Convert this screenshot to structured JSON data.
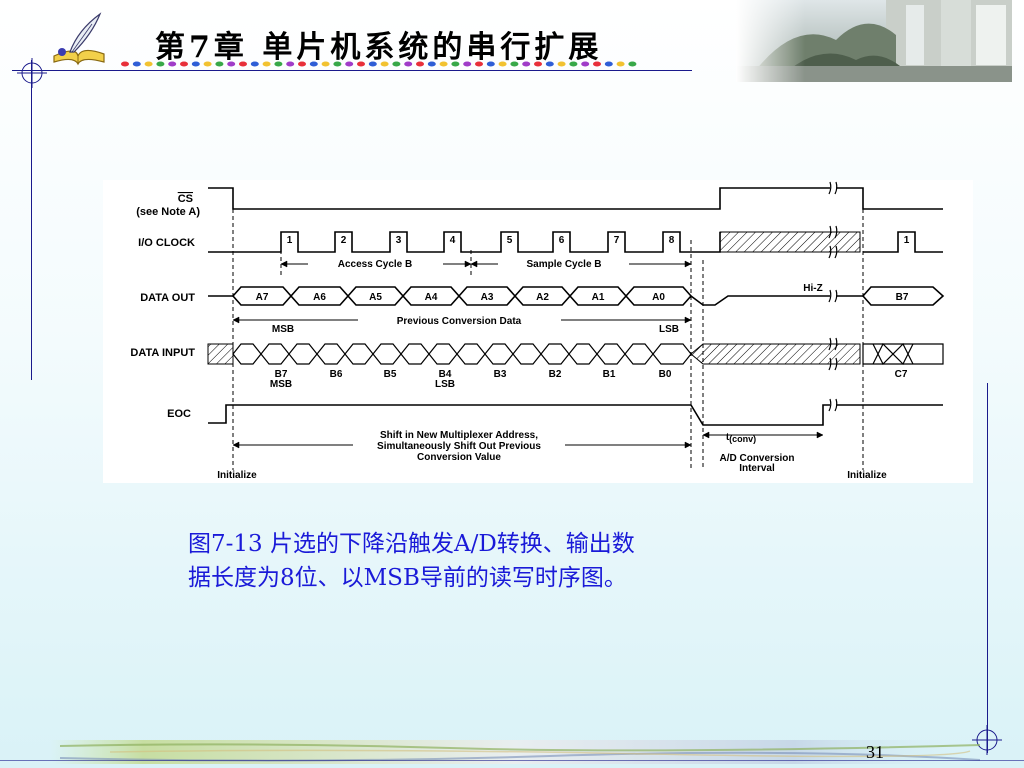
{
  "header": {
    "title": "第7章  单片机系统的串行扩展",
    "quill_icon": "quill-and-book-icon",
    "dot_colors": [
      "#e8303a",
      "#2f5ed6",
      "#f2c230",
      "#38a848",
      "#a03cc8"
    ]
  },
  "diagram": {
    "signals": {
      "cs": "CS",
      "cs_note": "(see Note A)",
      "io_clock": "I/O CLOCK",
      "data_out": "DATA OUT",
      "data_input": "DATA INPUT",
      "eoc": "EOC"
    },
    "clock_numbers": [
      "1",
      "2",
      "3",
      "4",
      "5",
      "6",
      "7",
      "8"
    ],
    "clock_after": "1",
    "access_cycle": "Access Cycle B",
    "sample_cycle": "Sample Cycle B",
    "out_bits": [
      "A7",
      "A6",
      "A5",
      "A4",
      "A3",
      "A2",
      "A1",
      "A0"
    ],
    "hi_z": "Hi-Z",
    "out_after": "B7",
    "msb": "MSB",
    "lsb": "LSB",
    "previous_conversion": "Previous Conversion Data",
    "in_bits": [
      "B7",
      "B6",
      "B5",
      "B4",
      "B3",
      "B2",
      "B1",
      "B0"
    ],
    "in_after": "C7",
    "shift_text": [
      "Shift in New Multiplexer Address,",
      "Simultaneously Shift Out Previous",
      "Conversion Value"
    ],
    "t_conv": "t",
    "t_conv_sub": "(conv)",
    "ad_conversion": [
      "A/D Conversion",
      "Interval"
    ],
    "initialize_1": "Initialize",
    "initialize_2": "Initialize"
  },
  "caption": {
    "line1": "图7-13 片选的下降沿触发A/D转换、输出数",
    "line2": "据长度为8位、以MSB导前的读写时序图。"
  },
  "page_number": "31"
}
